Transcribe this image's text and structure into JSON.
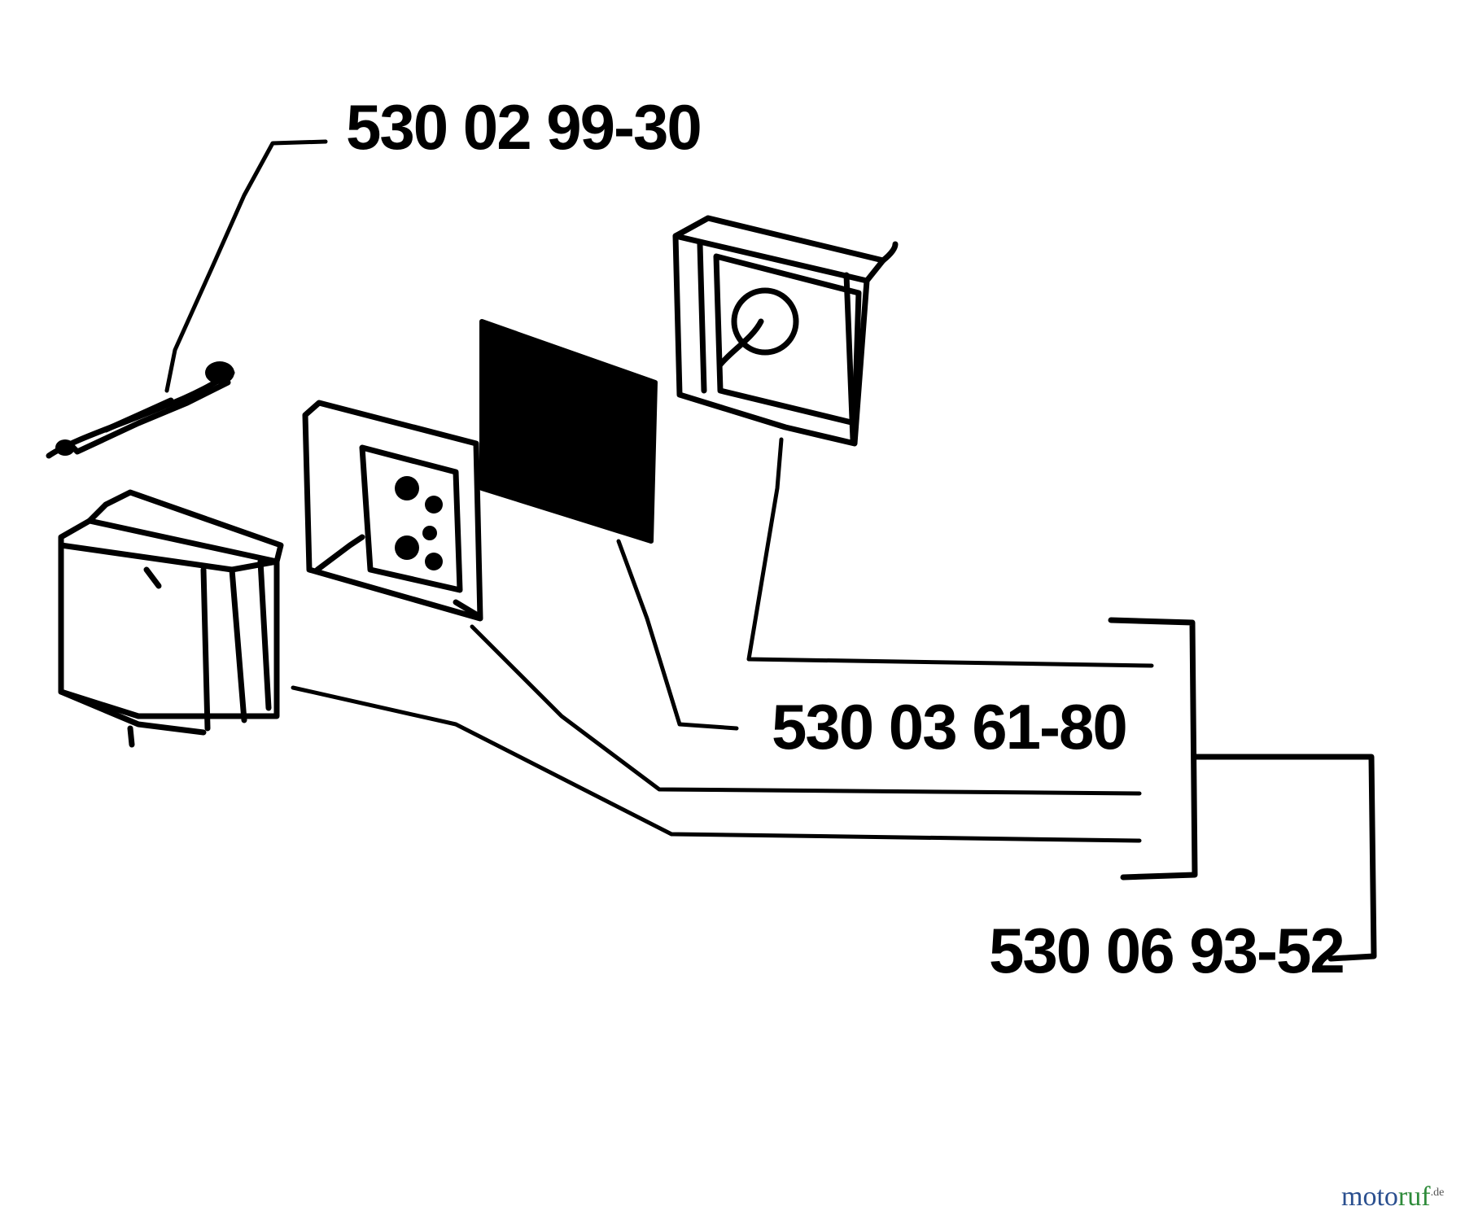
{
  "diagram": {
    "callouts": [
      {
        "id": "spark-plug-cover",
        "part_number": "530 02 99-30"
      },
      {
        "id": "filter-set",
        "part_number": "530 03 61-80"
      },
      {
        "id": "complete-assembly",
        "part_number": "530 06 93-52"
      }
    ]
  },
  "watermark": {
    "text_part1": "moto",
    "text_part2": "ruf",
    "suffix": ".de",
    "colors": {
      "part1": "#2a4f8f",
      "part2": "#2e8b3a",
      "suffix": "#555555"
    }
  }
}
